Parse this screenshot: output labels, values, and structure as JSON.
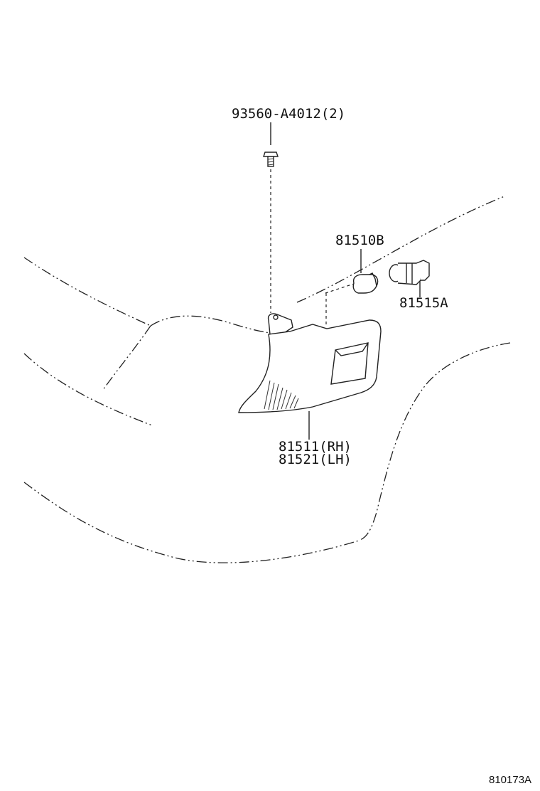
{
  "labels": {
    "bolt": "93560-A4012(2)",
    "bulb": "81510B",
    "socket": "81515A",
    "lamp_rh": "81511(RH)",
    "lamp_lh": "81521(LH)"
  },
  "diagram_ref": "810173A",
  "icons": {
    "bolt": "bolt-icon",
    "bulb": "bulb-icon",
    "socket": "socket-icon",
    "lamp": "corner-lamp-icon"
  }
}
